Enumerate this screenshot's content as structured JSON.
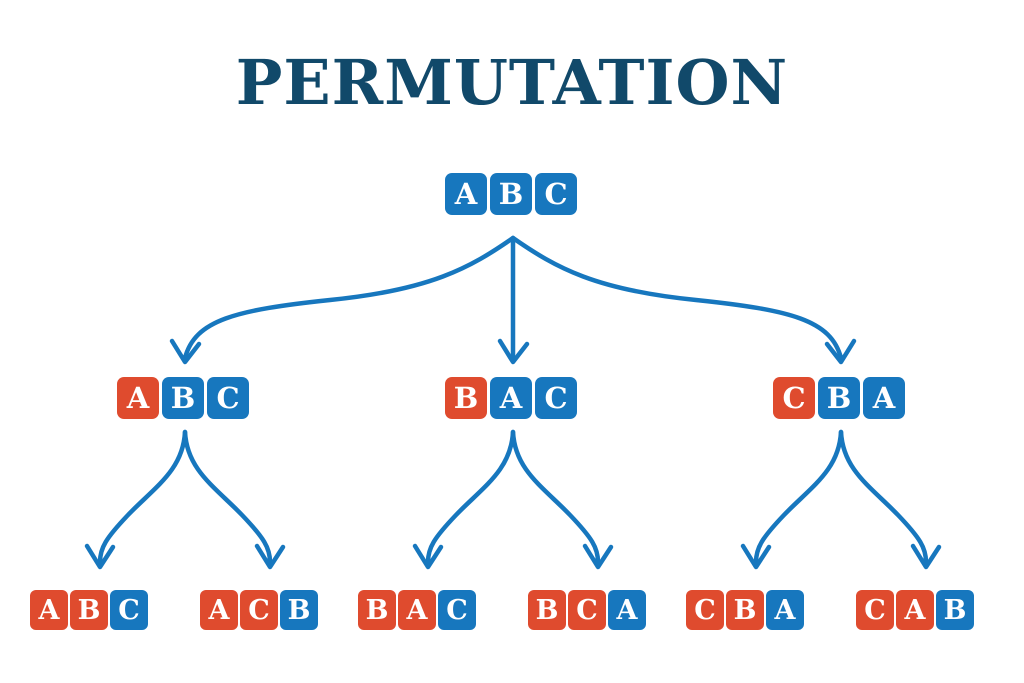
{
  "title": "PERMUTATION",
  "colors": {
    "title": "#11496A",
    "blue_tile": "#1777BE",
    "red_tile": "#DF4B2E",
    "arrow": "#1777BE",
    "letter": "#FFFFFF",
    "background": "#FFFFFF"
  },
  "diagram": {
    "type": "tree",
    "levels": 3,
    "root": {
      "id": "root",
      "sequence": "ABC",
      "tiles": [
        {
          "letter": "A",
          "color": "blue"
        },
        {
          "letter": "B",
          "color": "blue"
        },
        {
          "letter": "C",
          "color": "blue"
        }
      ]
    },
    "level2": [
      {
        "id": "level2-node-1",
        "sequence": "ABC",
        "tiles": [
          {
            "letter": "A",
            "color": "red"
          },
          {
            "letter": "B",
            "color": "blue"
          },
          {
            "letter": "C",
            "color": "blue"
          }
        ]
      },
      {
        "id": "level2-node-2",
        "sequence": "BAC",
        "tiles": [
          {
            "letter": "B",
            "color": "red"
          },
          {
            "letter": "A",
            "color": "blue"
          },
          {
            "letter": "C",
            "color": "blue"
          }
        ]
      },
      {
        "id": "level2-node-3",
        "sequence": "CBA",
        "tiles": [
          {
            "letter": "C",
            "color": "red"
          },
          {
            "letter": "B",
            "color": "blue"
          },
          {
            "letter": "A",
            "color": "blue"
          }
        ]
      }
    ],
    "leaves": [
      {
        "id": "leaf-1",
        "sequence": "ABC",
        "tiles": [
          {
            "letter": "A",
            "color": "red"
          },
          {
            "letter": "B",
            "color": "red"
          },
          {
            "letter": "C",
            "color": "blue"
          }
        ]
      },
      {
        "id": "leaf-2",
        "sequence": "ACB",
        "tiles": [
          {
            "letter": "A",
            "color": "red"
          },
          {
            "letter": "C",
            "color": "red"
          },
          {
            "letter": "B",
            "color": "blue"
          }
        ]
      },
      {
        "id": "leaf-3",
        "sequence": "BAC",
        "tiles": [
          {
            "letter": "B",
            "color": "red"
          },
          {
            "letter": "A",
            "color": "red"
          },
          {
            "letter": "C",
            "color": "blue"
          }
        ]
      },
      {
        "id": "leaf-4",
        "sequence": "BCA",
        "tiles": [
          {
            "letter": "B",
            "color": "red"
          },
          {
            "letter": "C",
            "color": "red"
          },
          {
            "letter": "A",
            "color": "blue"
          }
        ]
      },
      {
        "id": "leaf-5",
        "sequence": "CBA",
        "tiles": [
          {
            "letter": "C",
            "color": "red"
          },
          {
            "letter": "B",
            "color": "red"
          },
          {
            "letter": "A",
            "color": "blue"
          }
        ]
      },
      {
        "id": "leaf-6",
        "sequence": "CAB",
        "tiles": [
          {
            "letter": "C",
            "color": "red"
          },
          {
            "letter": "A",
            "color": "red"
          },
          {
            "letter": "B",
            "color": "blue"
          }
        ]
      }
    ],
    "edge_count": 9,
    "arrow_style": "curved-chevron-head"
  }
}
